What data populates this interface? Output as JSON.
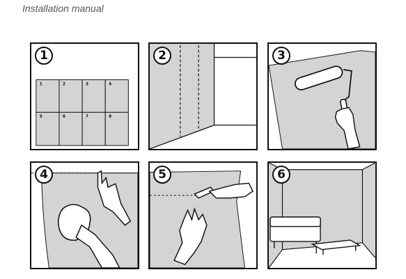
{
  "header": {
    "subtitle": "Installation manual"
  },
  "steps": [
    {
      "number": "1",
      "tiles": [
        "1",
        "2",
        "3",
        "4",
        "5",
        "6",
        "7",
        "8"
      ]
    },
    {
      "number": "2"
    },
    {
      "number": "3"
    },
    {
      "number": "4"
    },
    {
      "number": "5"
    },
    {
      "number": "6"
    }
  ],
  "colors": {
    "wallpaper": "#d4d4d4",
    "line": "#111111",
    "background": "#ffffff"
  }
}
